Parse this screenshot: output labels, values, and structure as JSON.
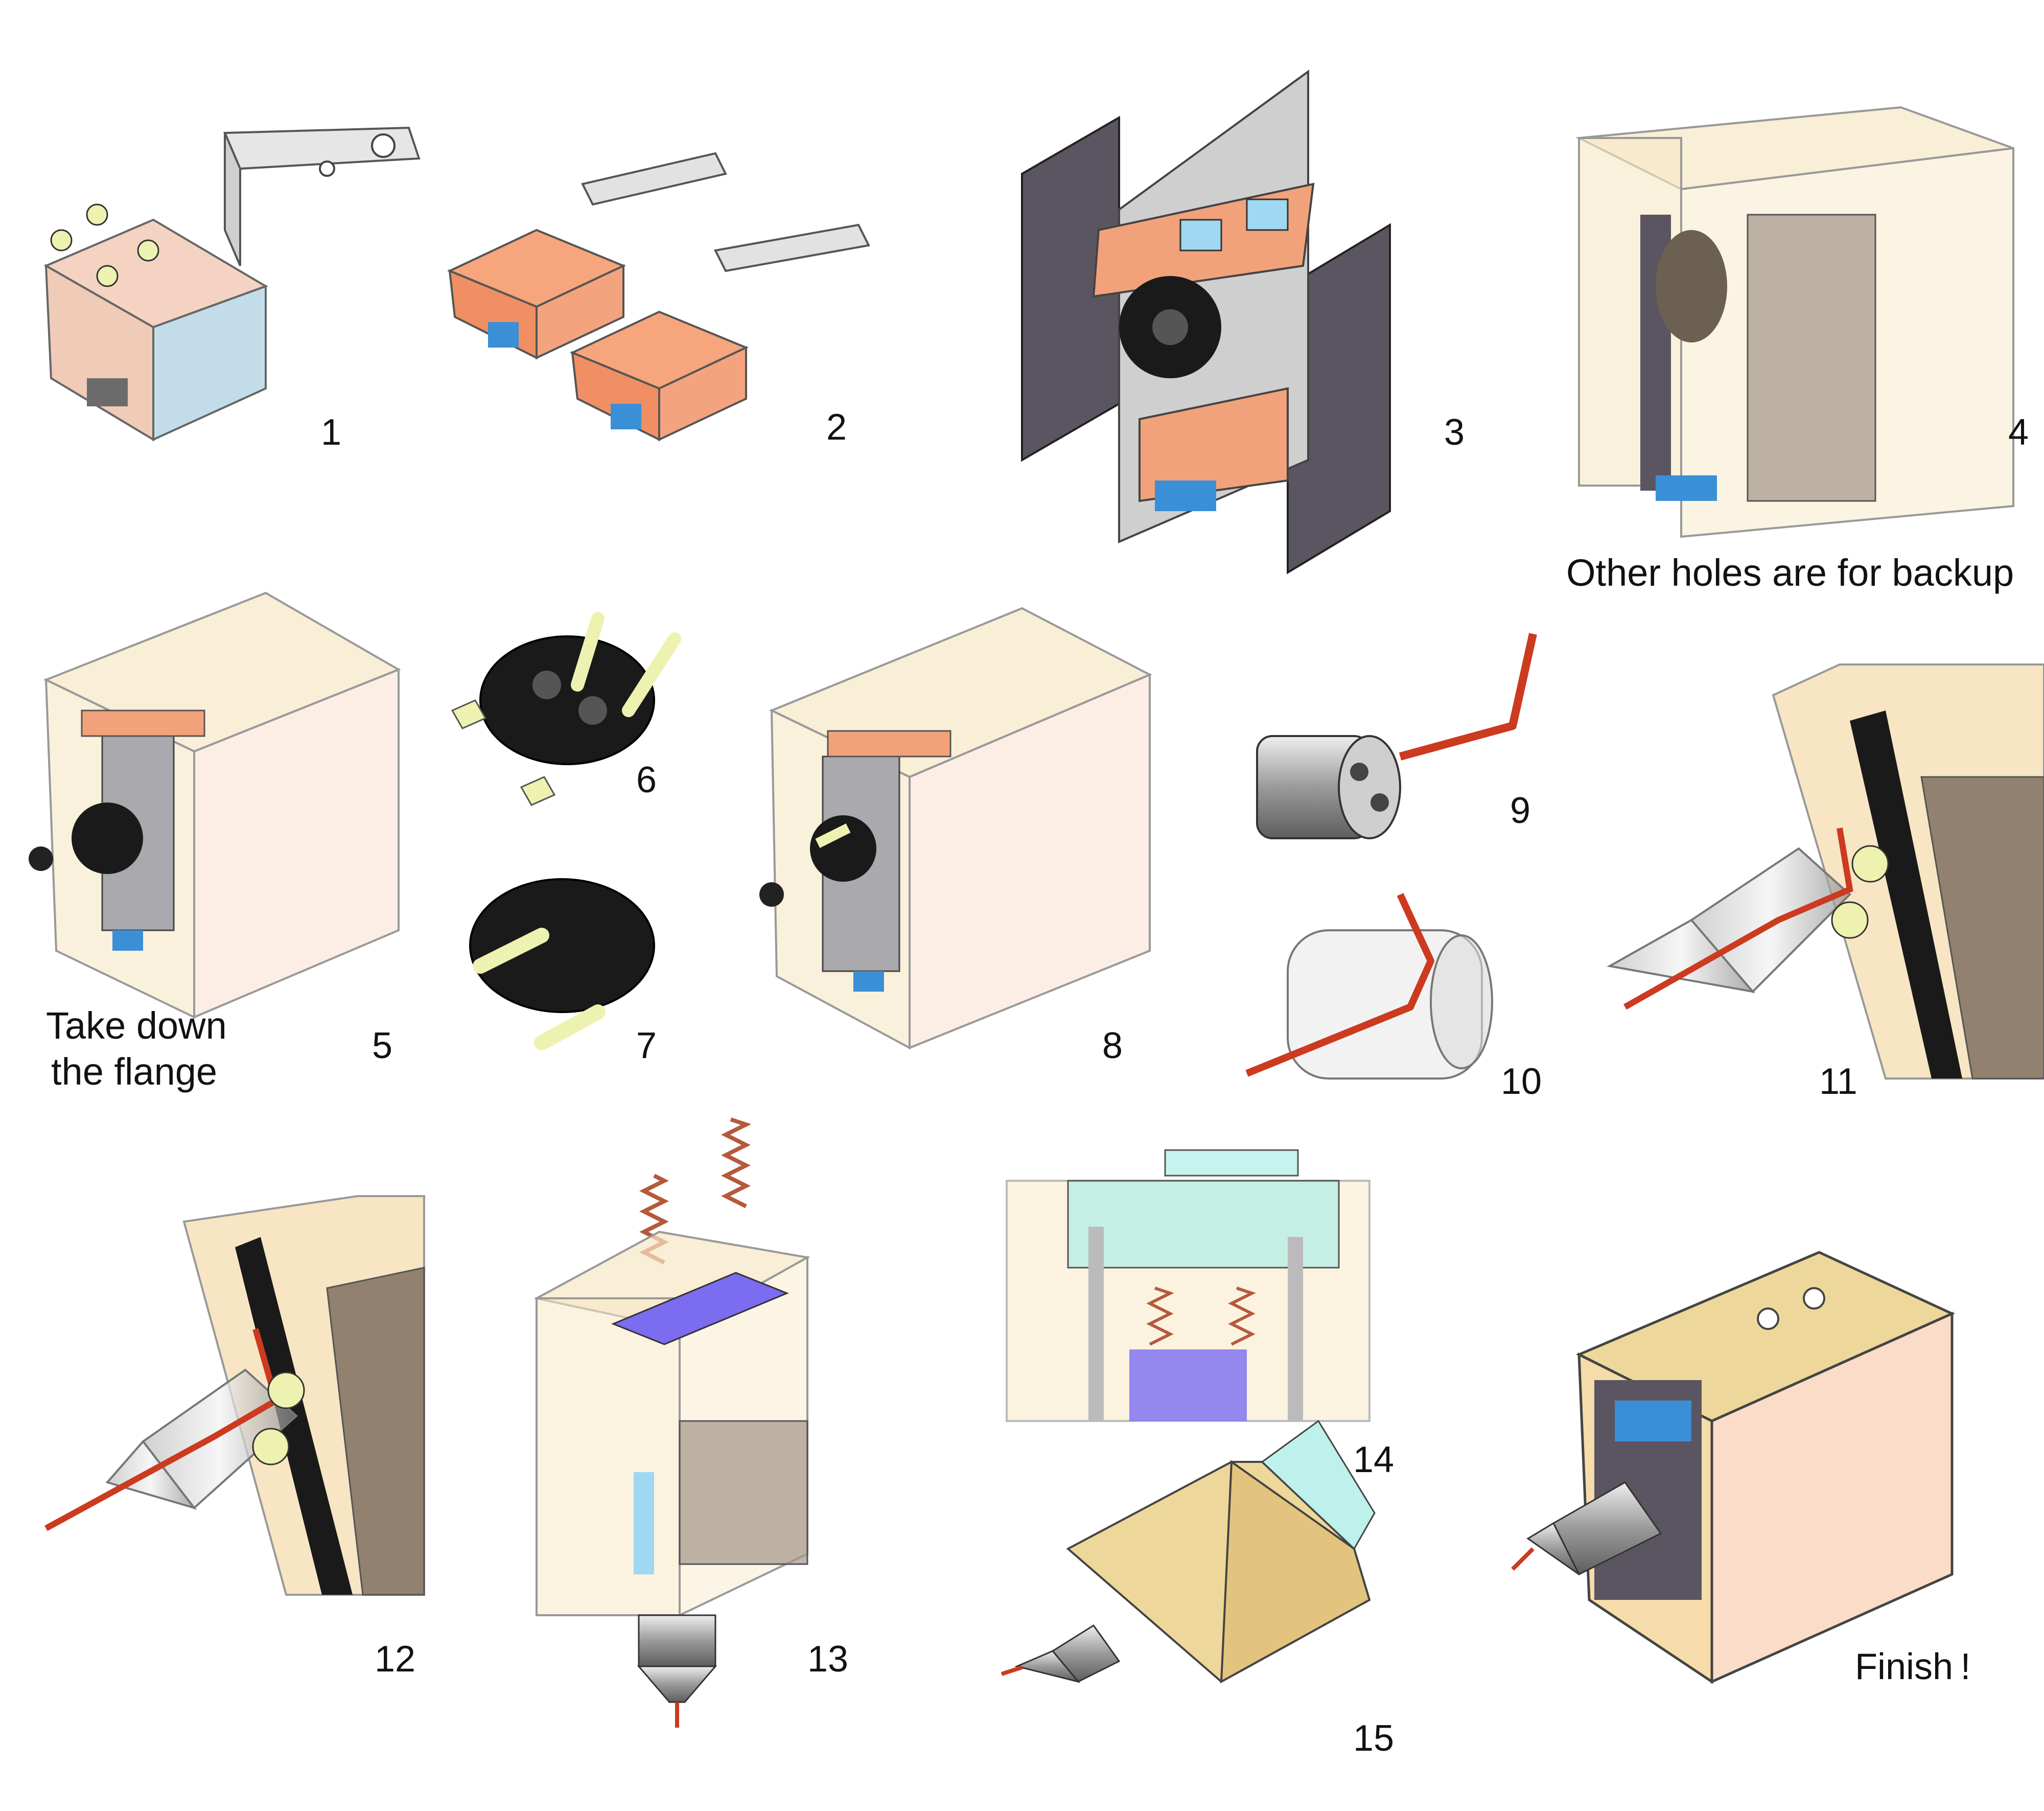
{
  "figure": {
    "step_labels": [
      "1",
      "2",
      "3",
      "4",
      "5",
      "6",
      "7",
      "8",
      "9",
      "10",
      "11",
      "12",
      "13",
      "14",
      "15"
    ],
    "captions": {
      "step4": "Other holes are for backup",
      "step5_line1": "Take down",
      "step5_line2": "the flange",
      "finish": "Finish !"
    },
    "colors": {
      "rail": "#dcdcdc",
      "copper": "#f2a27a",
      "slider_blue": "#3b8fd6",
      "light_blue": "#9fd8f0",
      "housing": "#f7e7c4",
      "dark_plate": "#5a5560",
      "flange": "#1a1a1a",
      "screw": "#eef2b0",
      "wire": "#cc3a1f",
      "purple": "#7b6cf0",
      "cyan_plate": "#aeeee6",
      "solid_box": "#eed79a",
      "final_box": "#fadcc8"
    }
  }
}
